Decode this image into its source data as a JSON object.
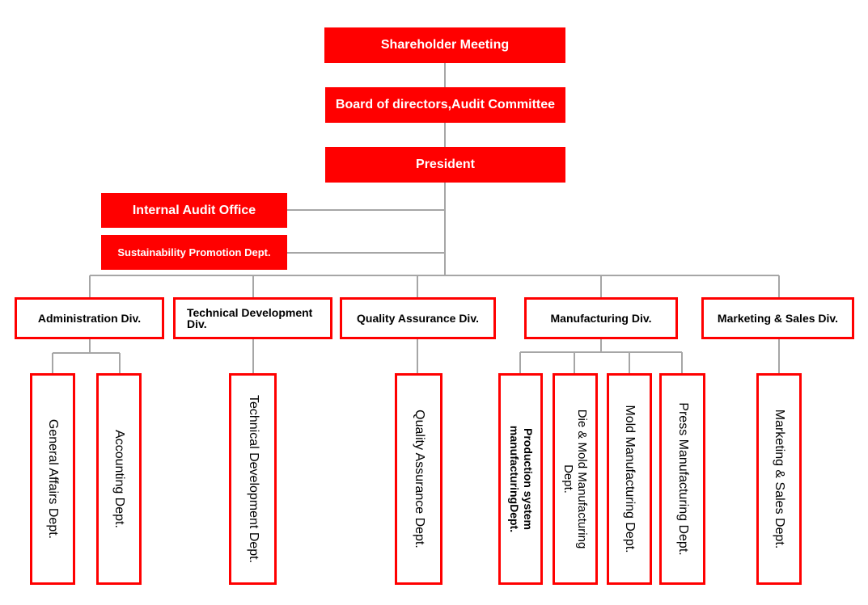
{
  "top": {
    "shareholder": "Shareholder Meeting",
    "board": "Board of directors,Audit Committee",
    "president": "President"
  },
  "staff": {
    "internal_audit": "Internal Audit Office",
    "sustainability": "Sustainability Promotion Dept."
  },
  "divisions": {
    "administration": "Administration Div.",
    "technical": "Technical Development\nDiv.",
    "quality": "Quality Assurance Div.",
    "manufacturing": "Manufacturing Div.",
    "marketing": "Marketing & Sales Div."
  },
  "departments": {
    "general_affairs": "General Affairs Dept.",
    "accounting": "Accounting Dept.",
    "technical_dev": "Technical Development Dept.",
    "quality_assurance": "Quality Assurance Dept.",
    "production_system": "Production system\nmanufacturingDept.",
    "die_mold": "Die & Mold Manufacturing\nDept.",
    "mold_manufacturing": "Mold Manufacturing Dept.",
    "press_manufacturing": "Press Manufacturing Dept.",
    "marketing_sales": "Marketing & Sales Dept."
  },
  "colors": {
    "accent": "#ff0000",
    "connector": "#a6a6a6"
  }
}
